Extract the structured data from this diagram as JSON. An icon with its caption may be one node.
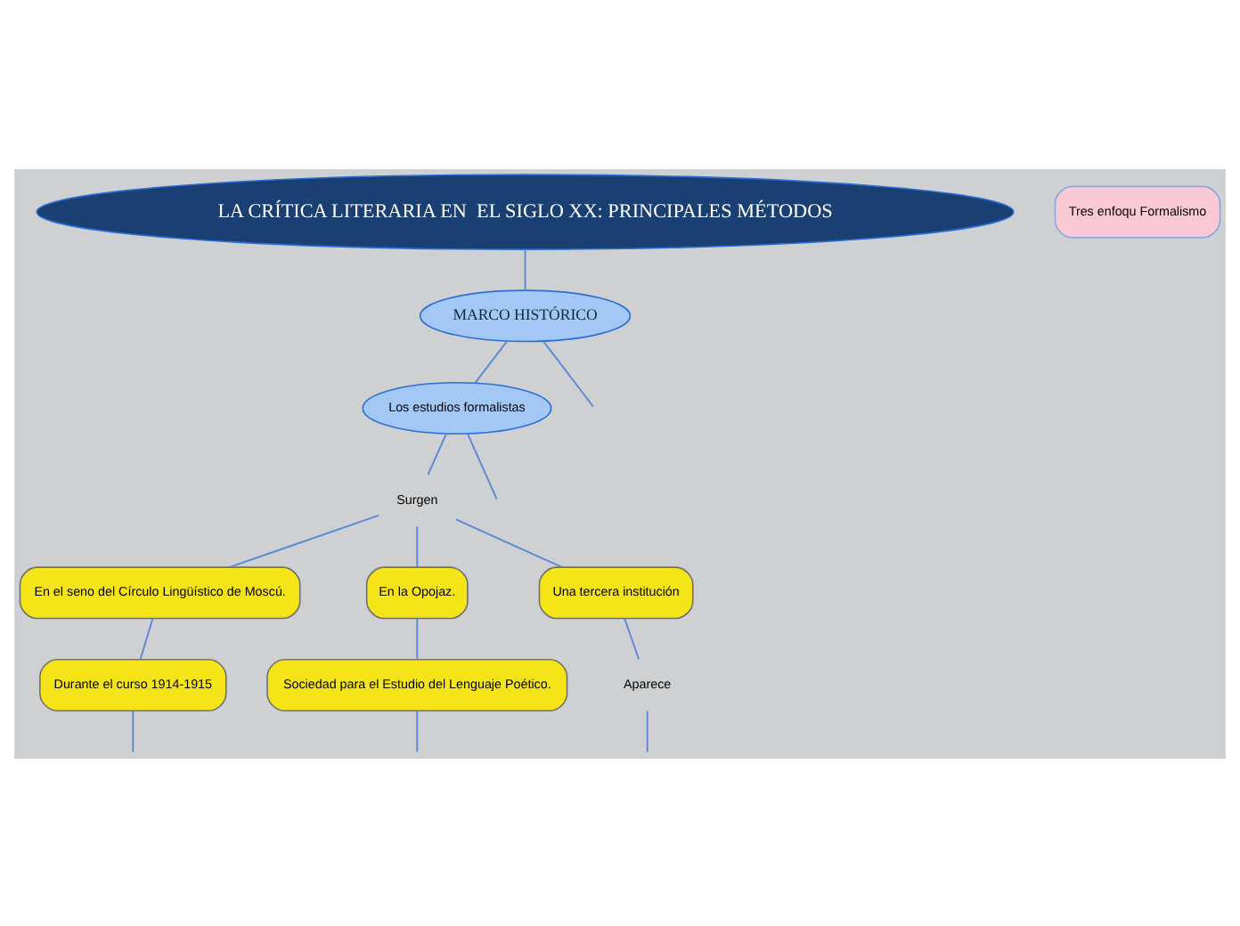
{
  "diagram": {
    "nodes": [
      {
        "text": [
          "LA CRÍTICA LITERARIA EN  EL SIGLO XX: PRINCIPALES MÉTODOS"
        ]
      },
      {
        "text": [
          "MARCO HISTÓRICO"
        ]
      },
      {
        "text": [
          "Los estudios formalistas"
        ]
      },
      {
        "text": [
          "Surgen"
        ]
      },
      {
        "text": [
          "En el seno del Círculo Lingüístico de Moscú."
        ]
      },
      {
        "text": [
          "En la Opojaz."
        ]
      },
      {
        "text": [
          "Una tercera institución"
        ]
      },
      {
        "text": [
          "Durante el curso 1914-1915"
        ]
      },
      {
        "text": [
          "Sociedad para el Estudio del Lenguaje Poético."
        ]
      },
      {
        "text": [
          "Aparece"
        ]
      },
      {
        "text": [
          "Tres enfoqu Formalismo"
        ]
      }
    ],
    "edges": [
      {
        "from": 0,
        "to": 1,
        "arrow": "none"
      },
      {
        "from": 1,
        "to": null,
        "arrow": "none"
      },
      {
        "from": 1,
        "to": 2,
        "arrow": "none"
      },
      {
        "from": 2,
        "to": 3,
        "arrow": "none"
      },
      {
        "from": 2,
        "to": null,
        "arrow": "none"
      },
      {
        "from": 3,
        "to": 4,
        "arrow": "none"
      },
      {
        "from": 3,
        "to": 5,
        "arrow": "none"
      },
      {
        "from": 3,
        "to": 6,
        "arrow": "none"
      },
      {
        "from": 4,
        "to": 7,
        "arrow": "none"
      },
      {
        "from": 5,
        "to": 8,
        "arrow": "none"
      },
      {
        "from": 6,
        "to": 9,
        "arrow": "none"
      },
      {
        "from": 7,
        "to": null,
        "arrow": "none"
      },
      {
        "from": 8,
        "to": null,
        "arrow": "none"
      },
      {
        "from": 9,
        "to": null,
        "arrow": "none"
      }
    ]
  }
}
